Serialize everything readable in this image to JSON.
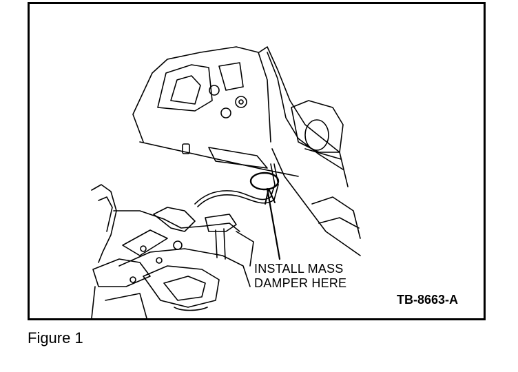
{
  "figure": {
    "callout_lines": "INSTALL MASS\nDAMPER HERE",
    "code": "TB-8663-A",
    "caption": "Figure 1"
  },
  "colors": {
    "line": "#000000",
    "background": "#ffffff"
  }
}
